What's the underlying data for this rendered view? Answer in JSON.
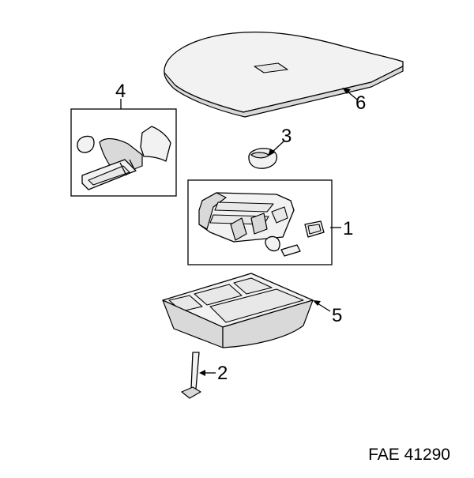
{
  "diagram": {
    "callouts": [
      {
        "id": "1",
        "label": "1"
      },
      {
        "id": "2",
        "label": "2"
      },
      {
        "id": "3",
        "label": "3"
      },
      {
        "id": "4",
        "label": "4"
      },
      {
        "id": "5",
        "label": "5"
      },
      {
        "id": "6",
        "label": "6"
      }
    ],
    "diagram_code": "FAE 41290"
  }
}
